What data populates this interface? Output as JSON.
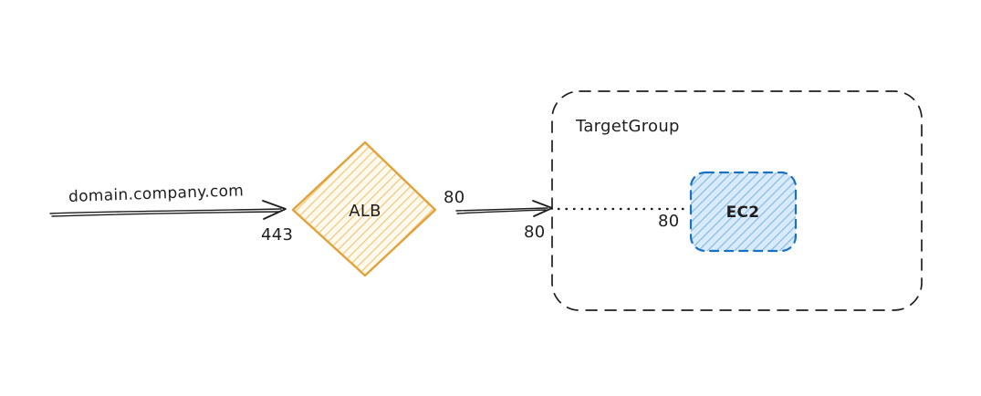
{
  "diagram": {
    "source_label": "domain.company.com",
    "ingress_port": "443",
    "alb": {
      "label": "ALB"
    },
    "alb_out_port": "80",
    "tg_in_port": "80",
    "target_group": {
      "label": "TargetGroup"
    },
    "ec2_port": "80",
    "ec2": {
      "label": "EC2"
    },
    "colors": {
      "ink": "#1e1e1e",
      "alb_stroke": "#e2a23b",
      "alb_hatch": "#f3c46d",
      "alb_bg": "#fefaf0",
      "ec2_stroke": "#1971c2",
      "ec2_hatch": "#7cb8e4",
      "ec2_bg": "#d9ebfb"
    }
  }
}
